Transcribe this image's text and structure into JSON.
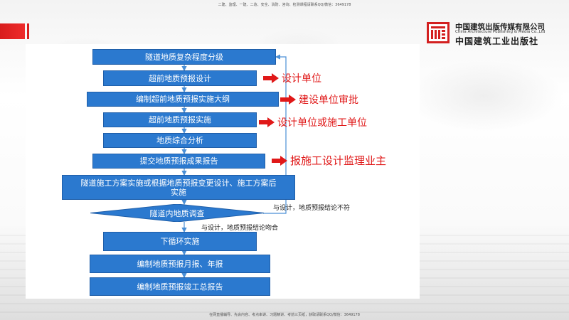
{
  "header": {
    "top_note": "二建、监理、一建、二造、安全、消防、咨询、检测课程请联系QQ/微信：3649178",
    "bottom_note": "在网直播辅导、先会内容、考点串讲、习题精讲、考前三页纸，获取请联系QQ/微信：3649178"
  },
  "logo": {
    "cn": "中国建筑出版传媒有限公司",
    "en": "China Architecture Publishing & Media Co.,Ltd",
    "callig": "中国建筑工业出版社",
    "icon": "building-logo-icon",
    "color": "#d32020"
  },
  "flow": {
    "steps": [
      "隧道地质复杂程度分级",
      "超前地质预报设计",
      "编制超前地质预报实施大纲",
      "超前地质预报实施",
      "地质综合分析",
      "提交地质预报成果报告",
      "隧道施工方案实施或根据地质预报变更设计、施工方案后\n实施"
    ],
    "decision": "隧道内地质调查",
    "after_steps": [
      "下循环实施",
      "编制地质预报月报、年报",
      "编制地质预报竣工总报告"
    ],
    "label_mismatch": "与设计，地质预报结论不符",
    "label_match": "与设计，地质预报结论吻合",
    "side_notes": [
      "设计单位",
      "建设单位审批",
      "设计单位或施工单位",
      "报施工设计监理业主"
    ]
  },
  "colors": {
    "box": "#2b79cf",
    "arrow": "#4a8fd6",
    "red": "#e01818"
  }
}
